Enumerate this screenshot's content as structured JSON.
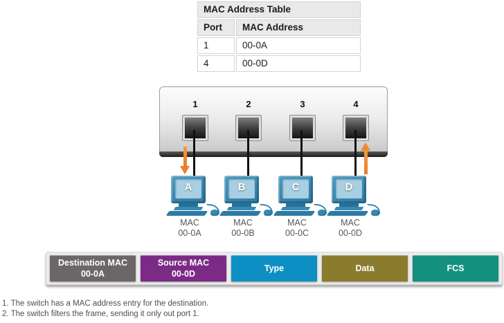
{
  "mac_table": {
    "title": "MAC Address Table",
    "col_port": "Port",
    "col_mac": "MAC Address",
    "rows": [
      {
        "port": "1",
        "mac": "00-0A"
      },
      {
        "port": "4",
        "mac": "00-0D"
      }
    ]
  },
  "switch": {
    "port_numbers": [
      "1",
      "2",
      "3",
      "4"
    ],
    "arrows": [
      {
        "port": "1",
        "direction": "down"
      },
      {
        "port": "4",
        "direction": "up"
      }
    ]
  },
  "hosts": [
    {
      "letter": "A",
      "mac_label": "MAC",
      "mac": "00-0A"
    },
    {
      "letter": "B",
      "mac_label": "MAC",
      "mac": "00-0B"
    },
    {
      "letter": "C",
      "mac_label": "MAC",
      "mac": "00-0C"
    },
    {
      "letter": "D",
      "mac_label": "MAC",
      "mac": "00-0D"
    }
  ],
  "frame": {
    "fields": [
      {
        "label": "Destination MAC",
        "value": "00-0A",
        "color": "#6b6768"
      },
      {
        "label": "Source MAC",
        "value": "00-0D",
        "color": "#7b2b85"
      },
      {
        "label": "Type",
        "value": "",
        "color": "#0e8fc3"
      },
      {
        "label": "Data",
        "value": "",
        "color": "#8b7c2d"
      },
      {
        "label": "FCS",
        "value": "",
        "color": "#13907e"
      }
    ]
  },
  "captions": {
    "line1": "1. The switch has a MAC address entry for the destination.",
    "line2": "2. The switch filters the frame, sending it only out port 1."
  },
  "colors": {
    "arrow_orange": "#ee7c2a",
    "pc_blue": "#3286b0",
    "pc_screen": "#a9cfe2",
    "table_header_bg": "#e9e9e9",
    "switch_bottom_band": "#1d1d1d"
  }
}
